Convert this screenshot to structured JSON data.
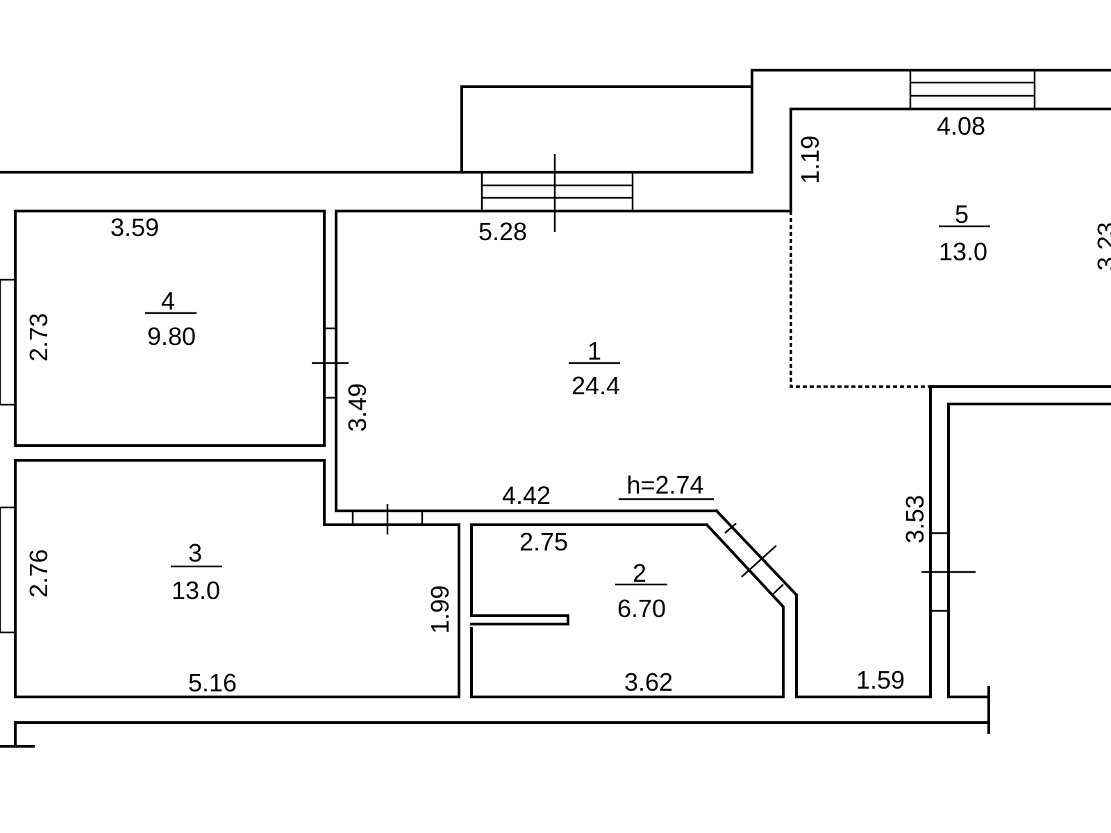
{
  "rooms": [
    {
      "number": "1",
      "area": "24.4"
    },
    {
      "number": "2",
      "area": "6.70"
    },
    {
      "number": "3",
      "area": "13.0"
    },
    {
      "number": "4",
      "area": "9.80"
    },
    {
      "number": "5",
      "area": "13.0"
    }
  ],
  "dimensions": {
    "room4_top": "3.59",
    "room4_left": "2.73",
    "room1_top": "5.28",
    "room1_left": "3.49",
    "room1_bottom": "4.42",
    "ceiling_height": "h=2.74",
    "room5_top": "4.08",
    "room5_left": "1.19",
    "room5_right": "3.23",
    "room3_left": "2.76",
    "room3_right": "1.99",
    "room3_bottom": "5.16",
    "room2_top": "2.75",
    "room2_bottom": "3.62",
    "corridor_bottom": "1.59",
    "corridor_right": "3.53"
  }
}
